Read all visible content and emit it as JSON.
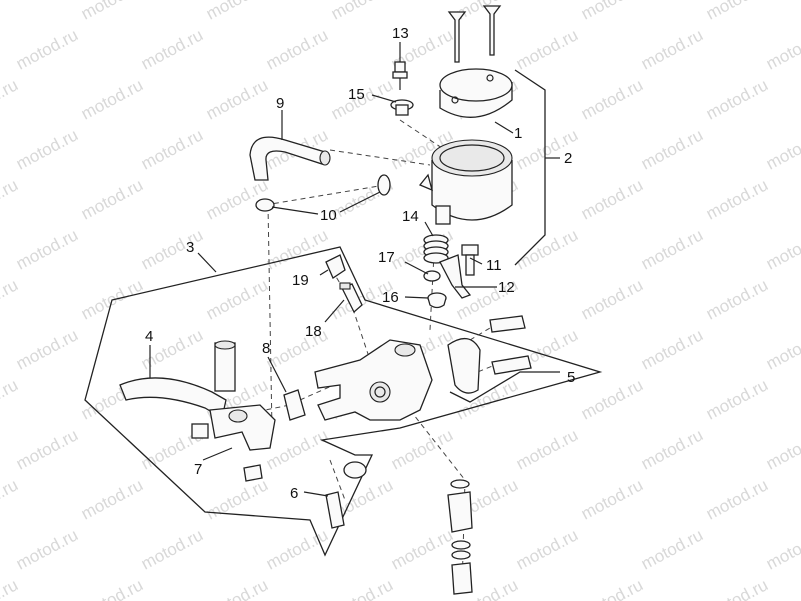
{
  "watermark": {
    "text": "motod.ru",
    "color": "#d8d8d8"
  },
  "callouts": [
    {
      "id": "1",
      "text": "1"
    },
    {
      "id": "2",
      "text": "2"
    },
    {
      "id": "3",
      "text": "3"
    },
    {
      "id": "4",
      "text": "4"
    },
    {
      "id": "5",
      "text": "5"
    },
    {
      "id": "6",
      "text": "6"
    },
    {
      "id": "7",
      "text": "7"
    },
    {
      "id": "8",
      "text": "8"
    },
    {
      "id": "9",
      "text": "9"
    },
    {
      "id": "10",
      "text": "10"
    },
    {
      "id": "11",
      "text": "11"
    },
    {
      "id": "12",
      "text": "12"
    },
    {
      "id": "13",
      "text": "13"
    },
    {
      "id": "14",
      "text": "14"
    },
    {
      "id": "15",
      "text": "15"
    },
    {
      "id": "16",
      "text": "16"
    },
    {
      "id": "17",
      "text": "17"
    },
    {
      "id": "18",
      "text": "18"
    },
    {
      "id": "19",
      "text": "19"
    }
  ]
}
